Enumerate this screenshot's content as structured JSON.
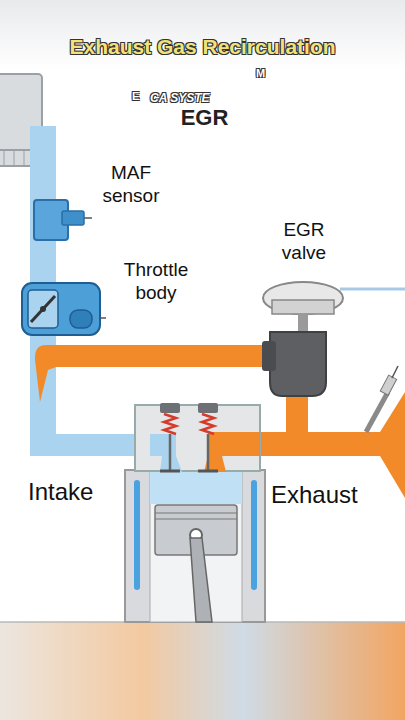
{
  "diagram": {
    "title": "Exhaust Gas Recirculation",
    "labels": [
      "E",
      "CA SYSTE",
      "M",
      "EGR",
      "MAF sensor",
      "Throttle body",
      "EGR valve",
      "Intake",
      "Exhaust"
    ]
  }
}
